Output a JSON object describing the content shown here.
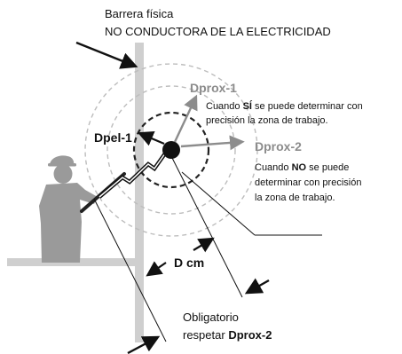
{
  "barrier": {
    "line1": "Barrera física",
    "line2": "NO CONDUCTORA DE LA ELECTRICIDAD"
  },
  "dprox1": {
    "label": "Dprox-1",
    "note_line1_pre": "Cuando ",
    "note_line1_bold": "SÍ",
    "note_line1_post": " se puede determinar con",
    "note_line2": "precisión la zona de trabajo."
  },
  "dpel1": {
    "label": "Dpel-1"
  },
  "dprox2": {
    "label": "Dprox-2",
    "note_line1_pre": "Cuando ",
    "note_line1_bold": "NO",
    "note_line1_post": " se puede",
    "note_line2": "determinar con precisión",
    "note_line3": "la zona de trabajo."
  },
  "distance": {
    "label": "D cm"
  },
  "mandatory": {
    "line1": "Obligatorio",
    "line2_pre": "respetar ",
    "line2_bold": "Dprox-2"
  },
  "colors": {
    "text": "#111111",
    "grey_label": "#8c8c8c",
    "barrier": "#cfcfcf",
    "worker": "#9a9a9a",
    "circle_outer": "#bdbdbd",
    "circle_inner": "#222222"
  }
}
